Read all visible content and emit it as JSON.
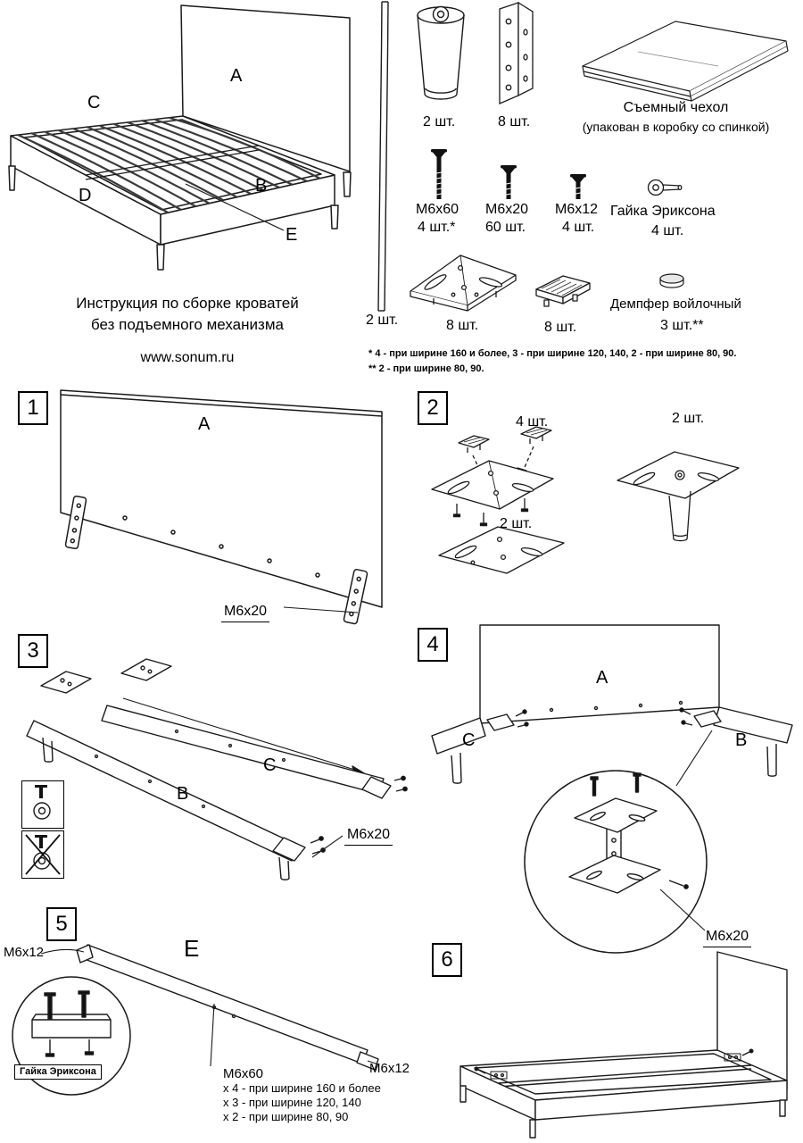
{
  "doc": {
    "title_line1": "Инструкция по сборке кроватей",
    "title_line2": "без подъемного механизма",
    "website": "www.sonum.ru"
  },
  "overview": {
    "label_a": "A",
    "label_b": "B",
    "label_c": "C",
    "label_d": "D",
    "label_e": "E"
  },
  "parts": {
    "slat_qty": "2 шт.",
    "leg_qty": "2 шт.",
    "bracket_qty": "8 шт.",
    "cover_name": "Съемный чехол",
    "cover_note": "(упакован в коробку со спинкой)",
    "m6x60_name": "М6х60",
    "m6x60_qty": "4 шт.*",
    "m6x20_name": "М6х20",
    "m6x20_qty": "60 шт.",
    "m6x12_name": "М6х12",
    "m6x12_qty": "4 шт.",
    "nut_name": "Гайка Эриксона",
    "nut_qty": "4 шт.",
    "corner_bracket_qty": "8 шт.",
    "damper_block_qty": "8 шт.",
    "felt_damper_name": "Демпфер войлочный",
    "felt_damper_qty": "3 шт.**",
    "footnote1": "* 4 - при ширине 160 и более, 3 - при ширине 120, 140, 2 - при ширине 80, 90.",
    "footnote2": "** 2 - при ширине 80, 90."
  },
  "step1": {
    "num": "1",
    "label_a": "A",
    "bolt": "М6х20"
  },
  "step2": {
    "num": "2",
    "qty_top": "4 шт.",
    "qty_right": "2 шт.",
    "qty_bottom": "2 шт."
  },
  "step3": {
    "num": "3",
    "label_b": "B",
    "label_c": "C",
    "bolt": "М6х20"
  },
  "step4": {
    "num": "4",
    "label_a": "A",
    "label_b": "B",
    "label_c": "C",
    "bolt": "М6х20"
  },
  "step5": {
    "num": "5",
    "label_e": "E",
    "m6x12_left": "М6х12",
    "m6x12_right": "М6х12",
    "nut_label": "Гайка Эриксона",
    "m6x60": "М6х60",
    "m6x60_note1": "х 4 - при ширине 160 и более",
    "m6x60_note2": "х 3 - при ширине 120, 140",
    "m6x60_note3": "х 2 - при ширине 80, 90"
  },
  "step6": {
    "num": "6"
  }
}
